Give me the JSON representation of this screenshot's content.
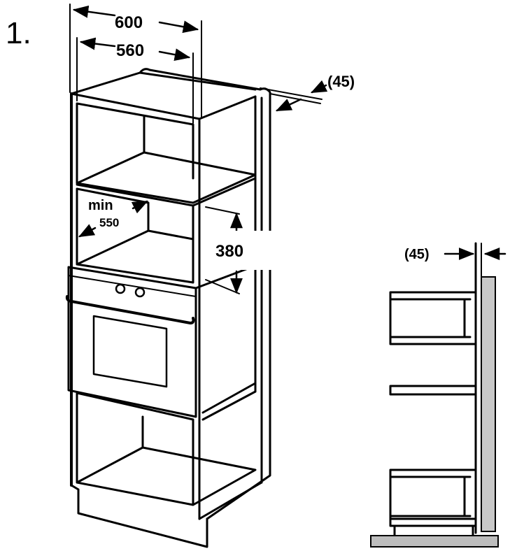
{
  "step_number": "1.",
  "dimensions": {
    "outer_width": "600",
    "inner_width": "560",
    "rear_gap_top": "(45)",
    "min_label": "min",
    "min_depth": "550",
    "opening_height": "380",
    "rear_gap_side": "(45)"
  },
  "colors": {
    "line": "#000000",
    "wall_fill": "#c8c8c8",
    "floor_fill": "#bdbdbd",
    "background": "#ffffff"
  }
}
